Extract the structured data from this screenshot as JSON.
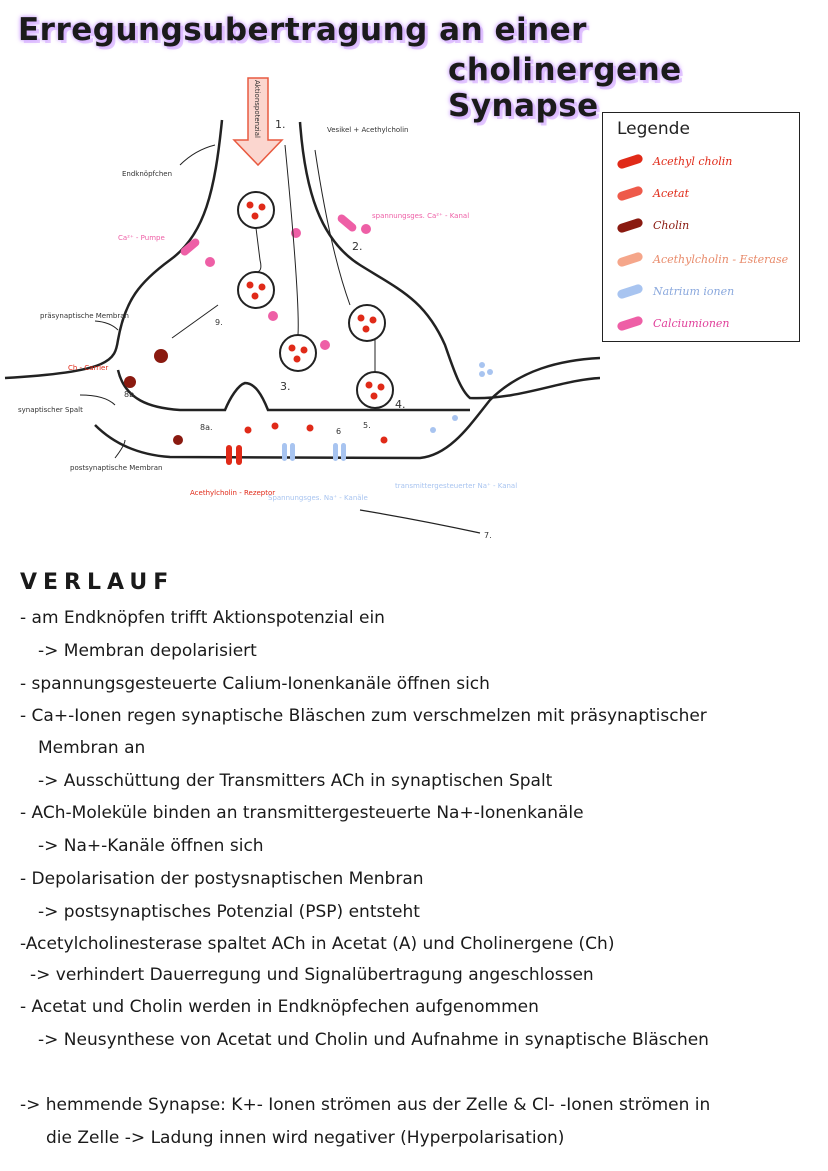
{
  "title": {
    "line1": "Erregungsubertragung an einer",
    "line2": "cholinergene Synapse"
  },
  "legend": {
    "heading": "Legende",
    "items": [
      {
        "label": "Acethyl cholin",
        "color": "#e02a18"
      },
      {
        "label": "Acetat",
        "color": "#ee5a4a"
      },
      {
        "label": "Cholin",
        "color": "#8a1a10"
      },
      {
        "label": "Acethylcholin - Esterase",
        "color": "#f5a68a"
      },
      {
        "label": "Natrium ionen",
        "color": "#a8c4f0"
      },
      {
        "label": "Calciumionen",
        "color": "#ee5fa6"
      }
    ]
  },
  "diagram_labels": {
    "endknoepfchen": "Endknöpfchen",
    "vesikel": "Vesikel + Acethylcholin",
    "aktionspotenzial": "Aktionspotenzial",
    "ca_pumpe": "Ca²⁺ - Pumpe",
    "ca_kanal": "spannungsges. Ca²⁺ - Kanal",
    "praesynaptische_membran": "präsynaptische Membran",
    "ch_carrier": "Ch - Carrier",
    "synaptischer_spalt": "synaptischer Spalt",
    "postsynaptische_membran": "postsynaptische Membran",
    "ach_rezeptor": "Acethylcholin - Rezeptor",
    "na_kanaele": "Spannungsges. Na⁺ - Kanäle",
    "na_kanal_transmitter": "transmittergesteuerter Na⁺ - Kanal",
    "n1": "1.",
    "n2": "2.",
    "n3": "3.",
    "n4": "4.",
    "n5": "5.",
    "n6": "6",
    "n7": "7.",
    "n8a": "8a.",
    "n8b": "8b.",
    "n9": "9."
  },
  "verlauf": {
    "heading": "VERLAUF",
    "lines": [
      "- am Endknöpfen trifft Aktionspotenzial ein",
      "-> Membran depolarisiert",
      "- spannungsgesteuerte Calium-Ionenkanäle öffnen sich",
      "- Ca+-Ionen regen synaptische Bläschen zum verschmelzen mit präsynaptischer",
      "Membran an",
      "-> Ausschüttung der Transmitters ACh in synaptischen Spalt",
      "- ACh-Moleküle binden an transmittergesteuerte Na+-Ionenkanäle",
      "-> Na+-Kanäle öffnen sich",
      "- Depolarisation der postysnaptischen Menbran",
      "-> postsynaptisches Potenzial (PSP) entsteht",
      "-Acetylcholinesterase spaltet ACh in Acetat (A) und Cholinergene (Ch)",
      "-> verhindert Dauerregung und Signalübertragung angeschlossen",
      "- Acetat und Cholin werden in Endknöpfechen aufgenommen",
      "-> Neusynthese von Acetat und Cholin und Aufnahme in synaptische Bläschen",
      "-> hemmende Synapse: K+- Ionen strömen aus der Zelle & Cl- -Ionen strömen in",
      "die Zelle -> Ladung innen wird negativer (Hyperpolarisation)"
    ]
  }
}
